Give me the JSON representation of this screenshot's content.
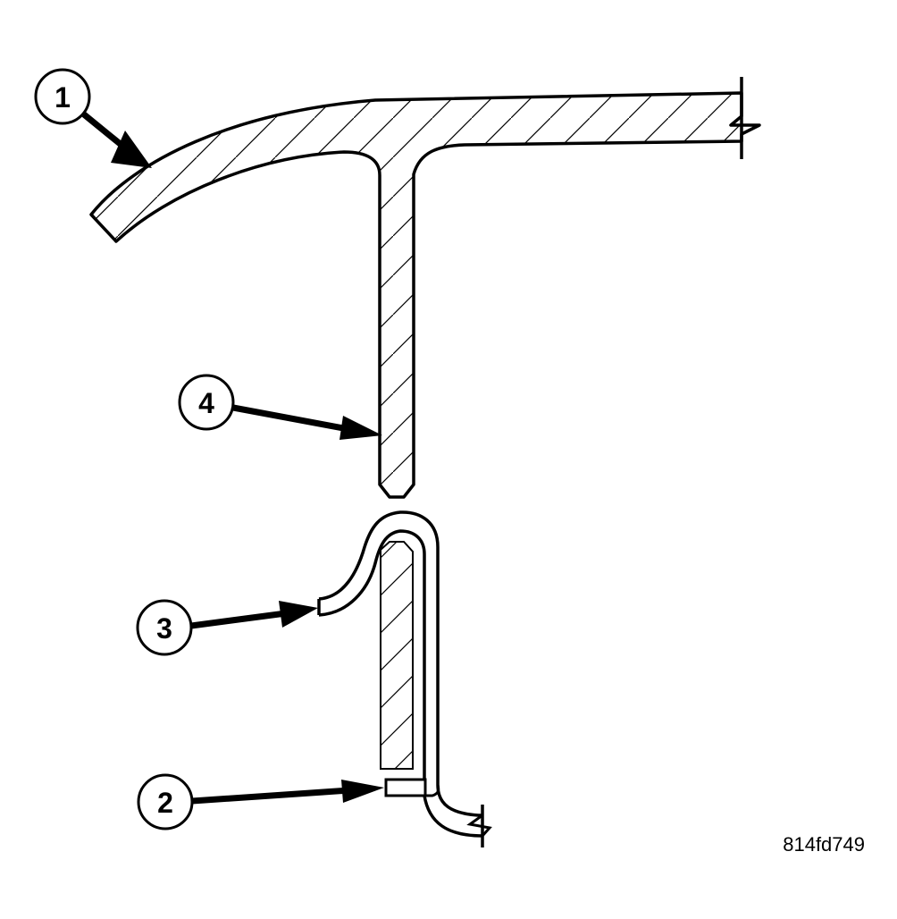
{
  "diagram": {
    "type": "technical cross-section illustration",
    "figure_id": "814fd749",
    "colors": {
      "line": "#000000",
      "background": "#ffffff"
    },
    "callouts": [
      {
        "number": "1",
        "target": "curved top panel (hatched section)"
      },
      {
        "number": "2",
        "target": "lower flange edge of clip"
      },
      {
        "number": "3",
        "target": "upper lip of clip"
      },
      {
        "number": "4",
        "target": "vertical rib / tab"
      }
    ]
  }
}
